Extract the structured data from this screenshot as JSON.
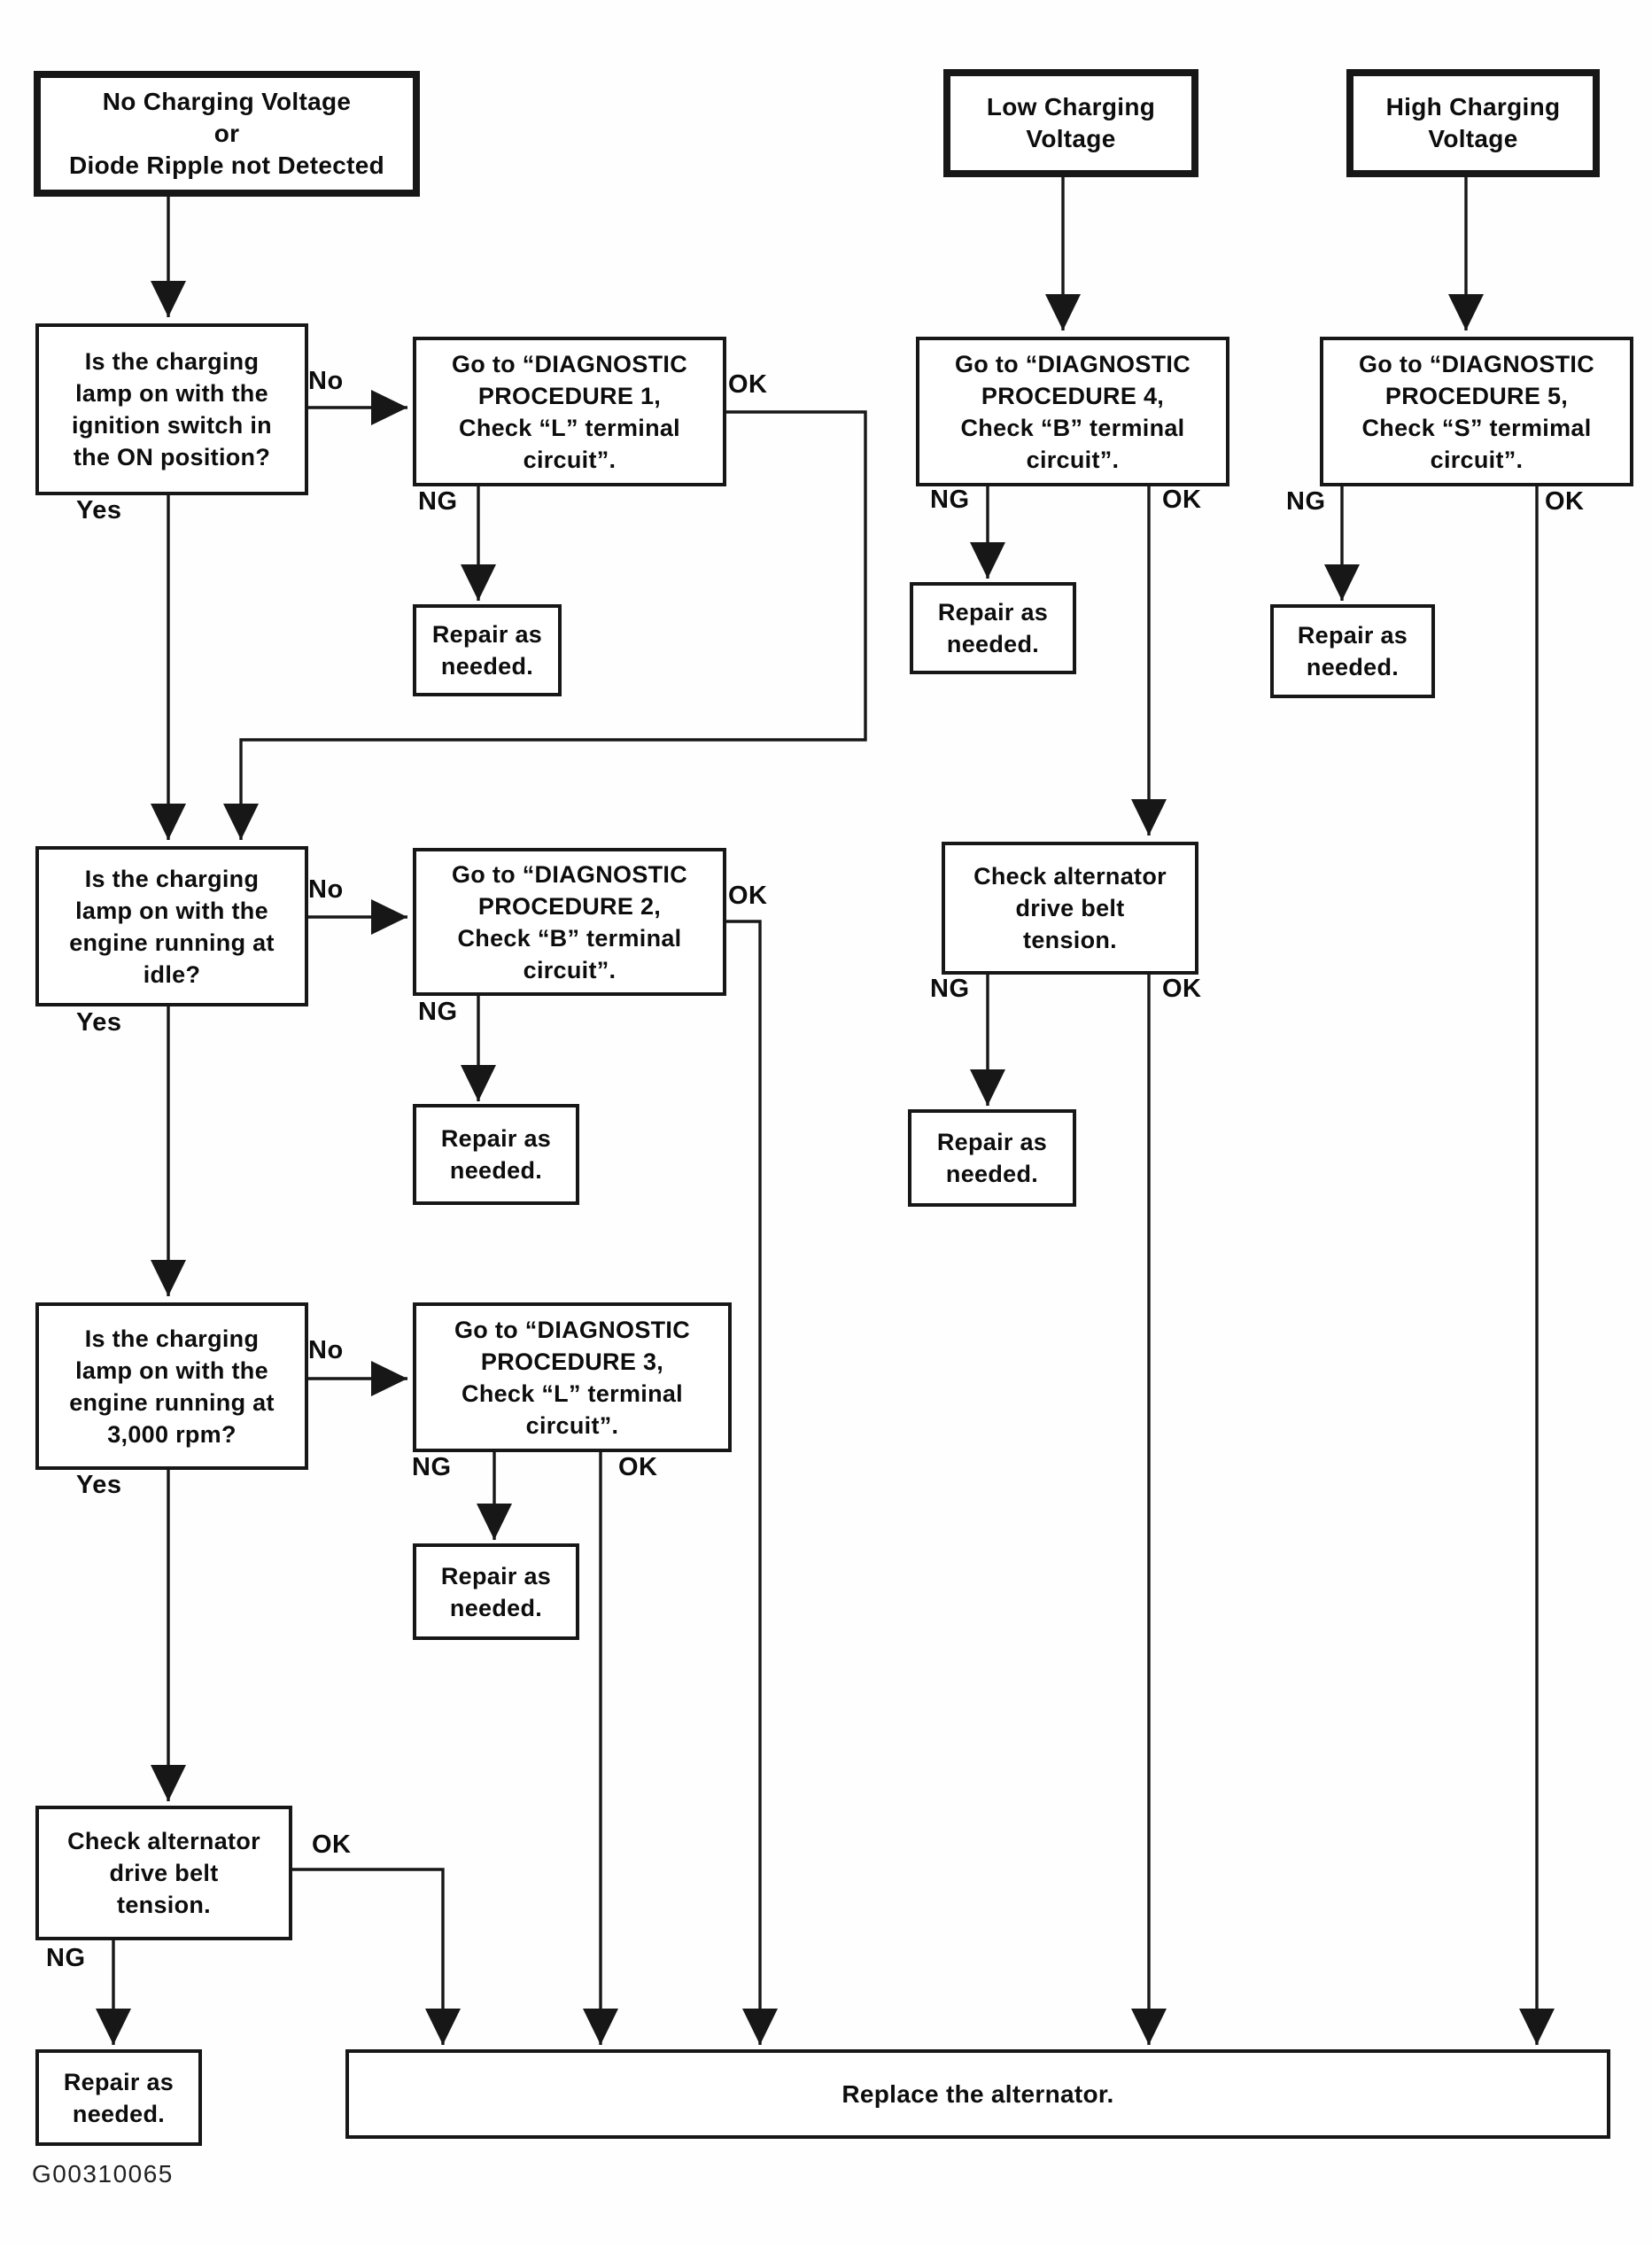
{
  "figure_id": "G00310065",
  "nodes": {
    "start_left": {
      "lines": [
        "No Charging Voltage",
        "or",
        "Diode Ripple not Detected"
      ]
    },
    "start_mid": {
      "lines": [
        "Low Charging",
        "Voltage"
      ]
    },
    "start_right": {
      "lines": [
        "High Charging",
        "Voltage"
      ]
    },
    "q1": {
      "lines": [
        "Is the charging",
        "lamp on with the",
        "ignition switch in",
        "the ON position?"
      ]
    },
    "q2": {
      "lines": [
        "Is the charging",
        "lamp on with the",
        "engine running at",
        "idle?"
      ]
    },
    "q3": {
      "lines": [
        "Is the charging",
        "lamp on with the",
        "engine running at",
        "3,000 rpm?"
      ]
    },
    "p1": {
      "lines": [
        "Go to “DIAGNOSTIC",
        "PROCEDURE 1,",
        "Check “L” terminal",
        "circuit”."
      ]
    },
    "p2": {
      "lines": [
        "Go to “DIAGNOSTIC",
        "PROCEDURE 2,",
        "Check “B” terminal",
        "circuit”."
      ]
    },
    "p3": {
      "lines": [
        "Go to “DIAGNOSTIC",
        "PROCEDURE 3,",
        "Check “L” terminal",
        "circuit”."
      ]
    },
    "p4": {
      "lines": [
        "Go to “DIAGNOSTIC",
        "PROCEDURE 4,",
        "Check “B” terminal",
        "circuit”."
      ]
    },
    "p5": {
      "lines": [
        "Go to “DIAGNOSTIC",
        "PROCEDURE 5,",
        "Check “S” termimal",
        "circuit”."
      ]
    },
    "belt_mid": {
      "lines": [
        "Check alternator",
        "drive belt",
        "tension."
      ]
    },
    "belt_left": {
      "lines": [
        "Check alternator",
        "drive belt",
        "tension."
      ]
    },
    "repair1": {
      "lines": [
        "Repair as",
        "needed."
      ]
    },
    "repair2": {
      "lines": [
        "Repair as",
        "needed."
      ]
    },
    "repair3": {
      "lines": [
        "Repair as",
        "needed."
      ]
    },
    "repair4": {
      "lines": [
        "Repair as",
        "needed."
      ]
    },
    "repair5": {
      "lines": [
        "Repair as",
        "needed."
      ]
    },
    "repair6": {
      "lines": [
        "Repair as",
        "needed."
      ]
    },
    "repair7": {
      "lines": [
        "Repair as",
        "needed."
      ]
    },
    "replace": {
      "lines": [
        "Replace the alternator."
      ]
    }
  },
  "labels": {
    "q1_no": "No",
    "q1_yes": "Yes",
    "p1_ng": "NG",
    "p1_ok": "OK",
    "q2_no": "No",
    "q2_yes": "Yes",
    "p2_ng": "NG",
    "p2_ok": "OK",
    "q3_no": "No",
    "q3_yes": "Yes",
    "p3_ng": "NG",
    "p3_ok": "OK",
    "p4_ng": "NG",
    "p4_ok": "OK",
    "belt_mid_ng": "NG",
    "belt_mid_ok": "OK",
    "p5_ng": "NG",
    "p5_ok": "OK",
    "belt_left_ng": "NG",
    "belt_left_ok": "OK"
  }
}
